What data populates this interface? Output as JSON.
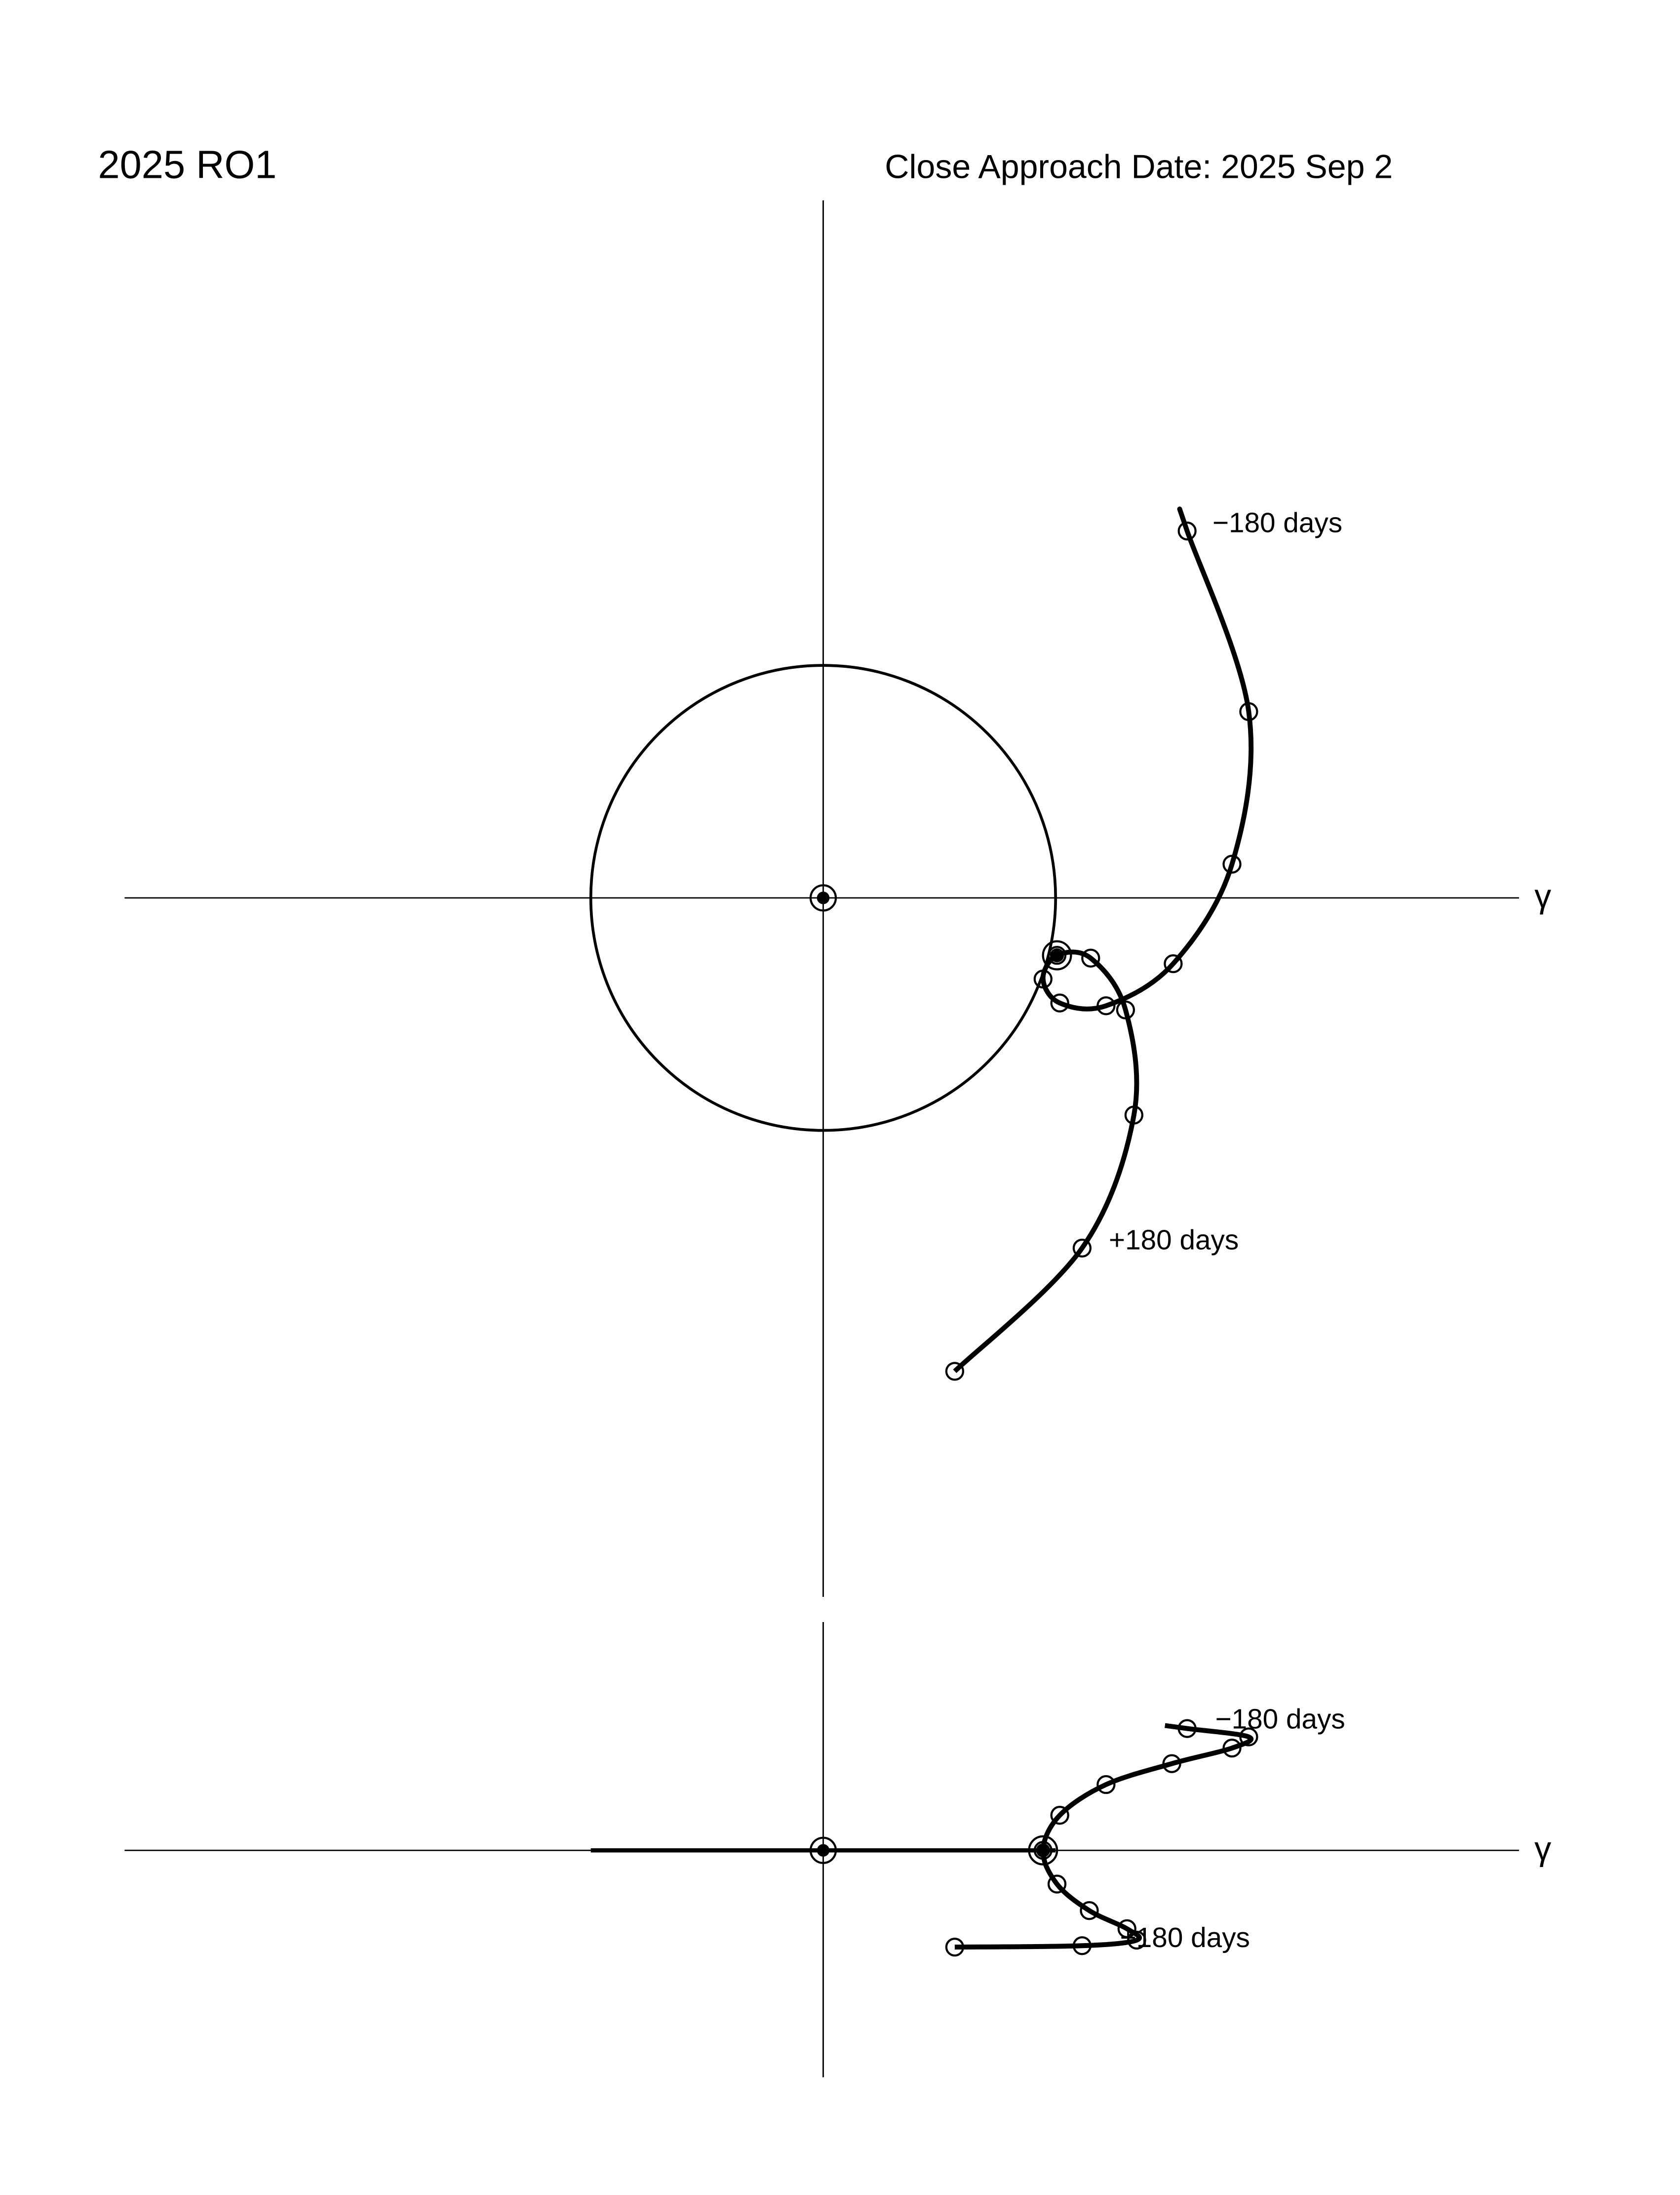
{
  "header": {
    "object_name": "2025 RO1",
    "close_approach": "Close Approach Date:  2025 Sep  2"
  },
  "colors": {
    "ink": "#000000",
    "background": "#ffffff"
  },
  "chart_data": [
    {
      "type": "line",
      "view": "top",
      "axis_symbol": "γ",
      "lunar_orbit_radius": 1,
      "center_icon": "earth-symbol",
      "close_approach_index": 7,
      "labels": {
        "start": "−180 days",
        "end": "+180 days"
      },
      "points": [
        [
          1.566,
          1.578
        ],
        [
          1.831,
          0.801
        ],
        [
          1.759,
          0.145
        ],
        [
          1.506,
          -0.283
        ],
        [
          1.217,
          -0.464
        ],
        [
          1.018,
          -0.452
        ],
        [
          0.946,
          -0.349
        ],
        [
          1.006,
          -0.247
        ],
        [
          1.151,
          -0.259
        ],
        [
          1.301,
          -0.482
        ],
        [
          1.337,
          -0.934
        ],
        [
          1.114,
          -1.506
        ],
        [
          0.566,
          -2.036
        ]
      ]
    },
    {
      "type": "line",
      "view": "side",
      "axis_symbol": "γ",
      "lunar_orbit_radius": 1,
      "center_icon": "earth-symbol",
      "close_approach_index": 6,
      "labels": {
        "start": "−180 days",
        "end": "+180 days"
      },
      "points": [
        [
          1.566,
          0.524
        ],
        [
          1.831,
          0.488
        ],
        [
          1.759,
          0.44
        ],
        [
          1.5,
          0.373
        ],
        [
          1.217,
          0.283
        ],
        [
          1.018,
          0.151
        ],
        [
          0.946,
          0.0
        ],
        [
          1.006,
          -0.145
        ],
        [
          1.145,
          -0.259
        ],
        [
          1.307,
          -0.337
        ],
        [
          1.349,
          -0.386
        ],
        [
          1.114,
          -0.41
        ],
        [
          0.566,
          -0.416
        ]
      ]
    }
  ]
}
